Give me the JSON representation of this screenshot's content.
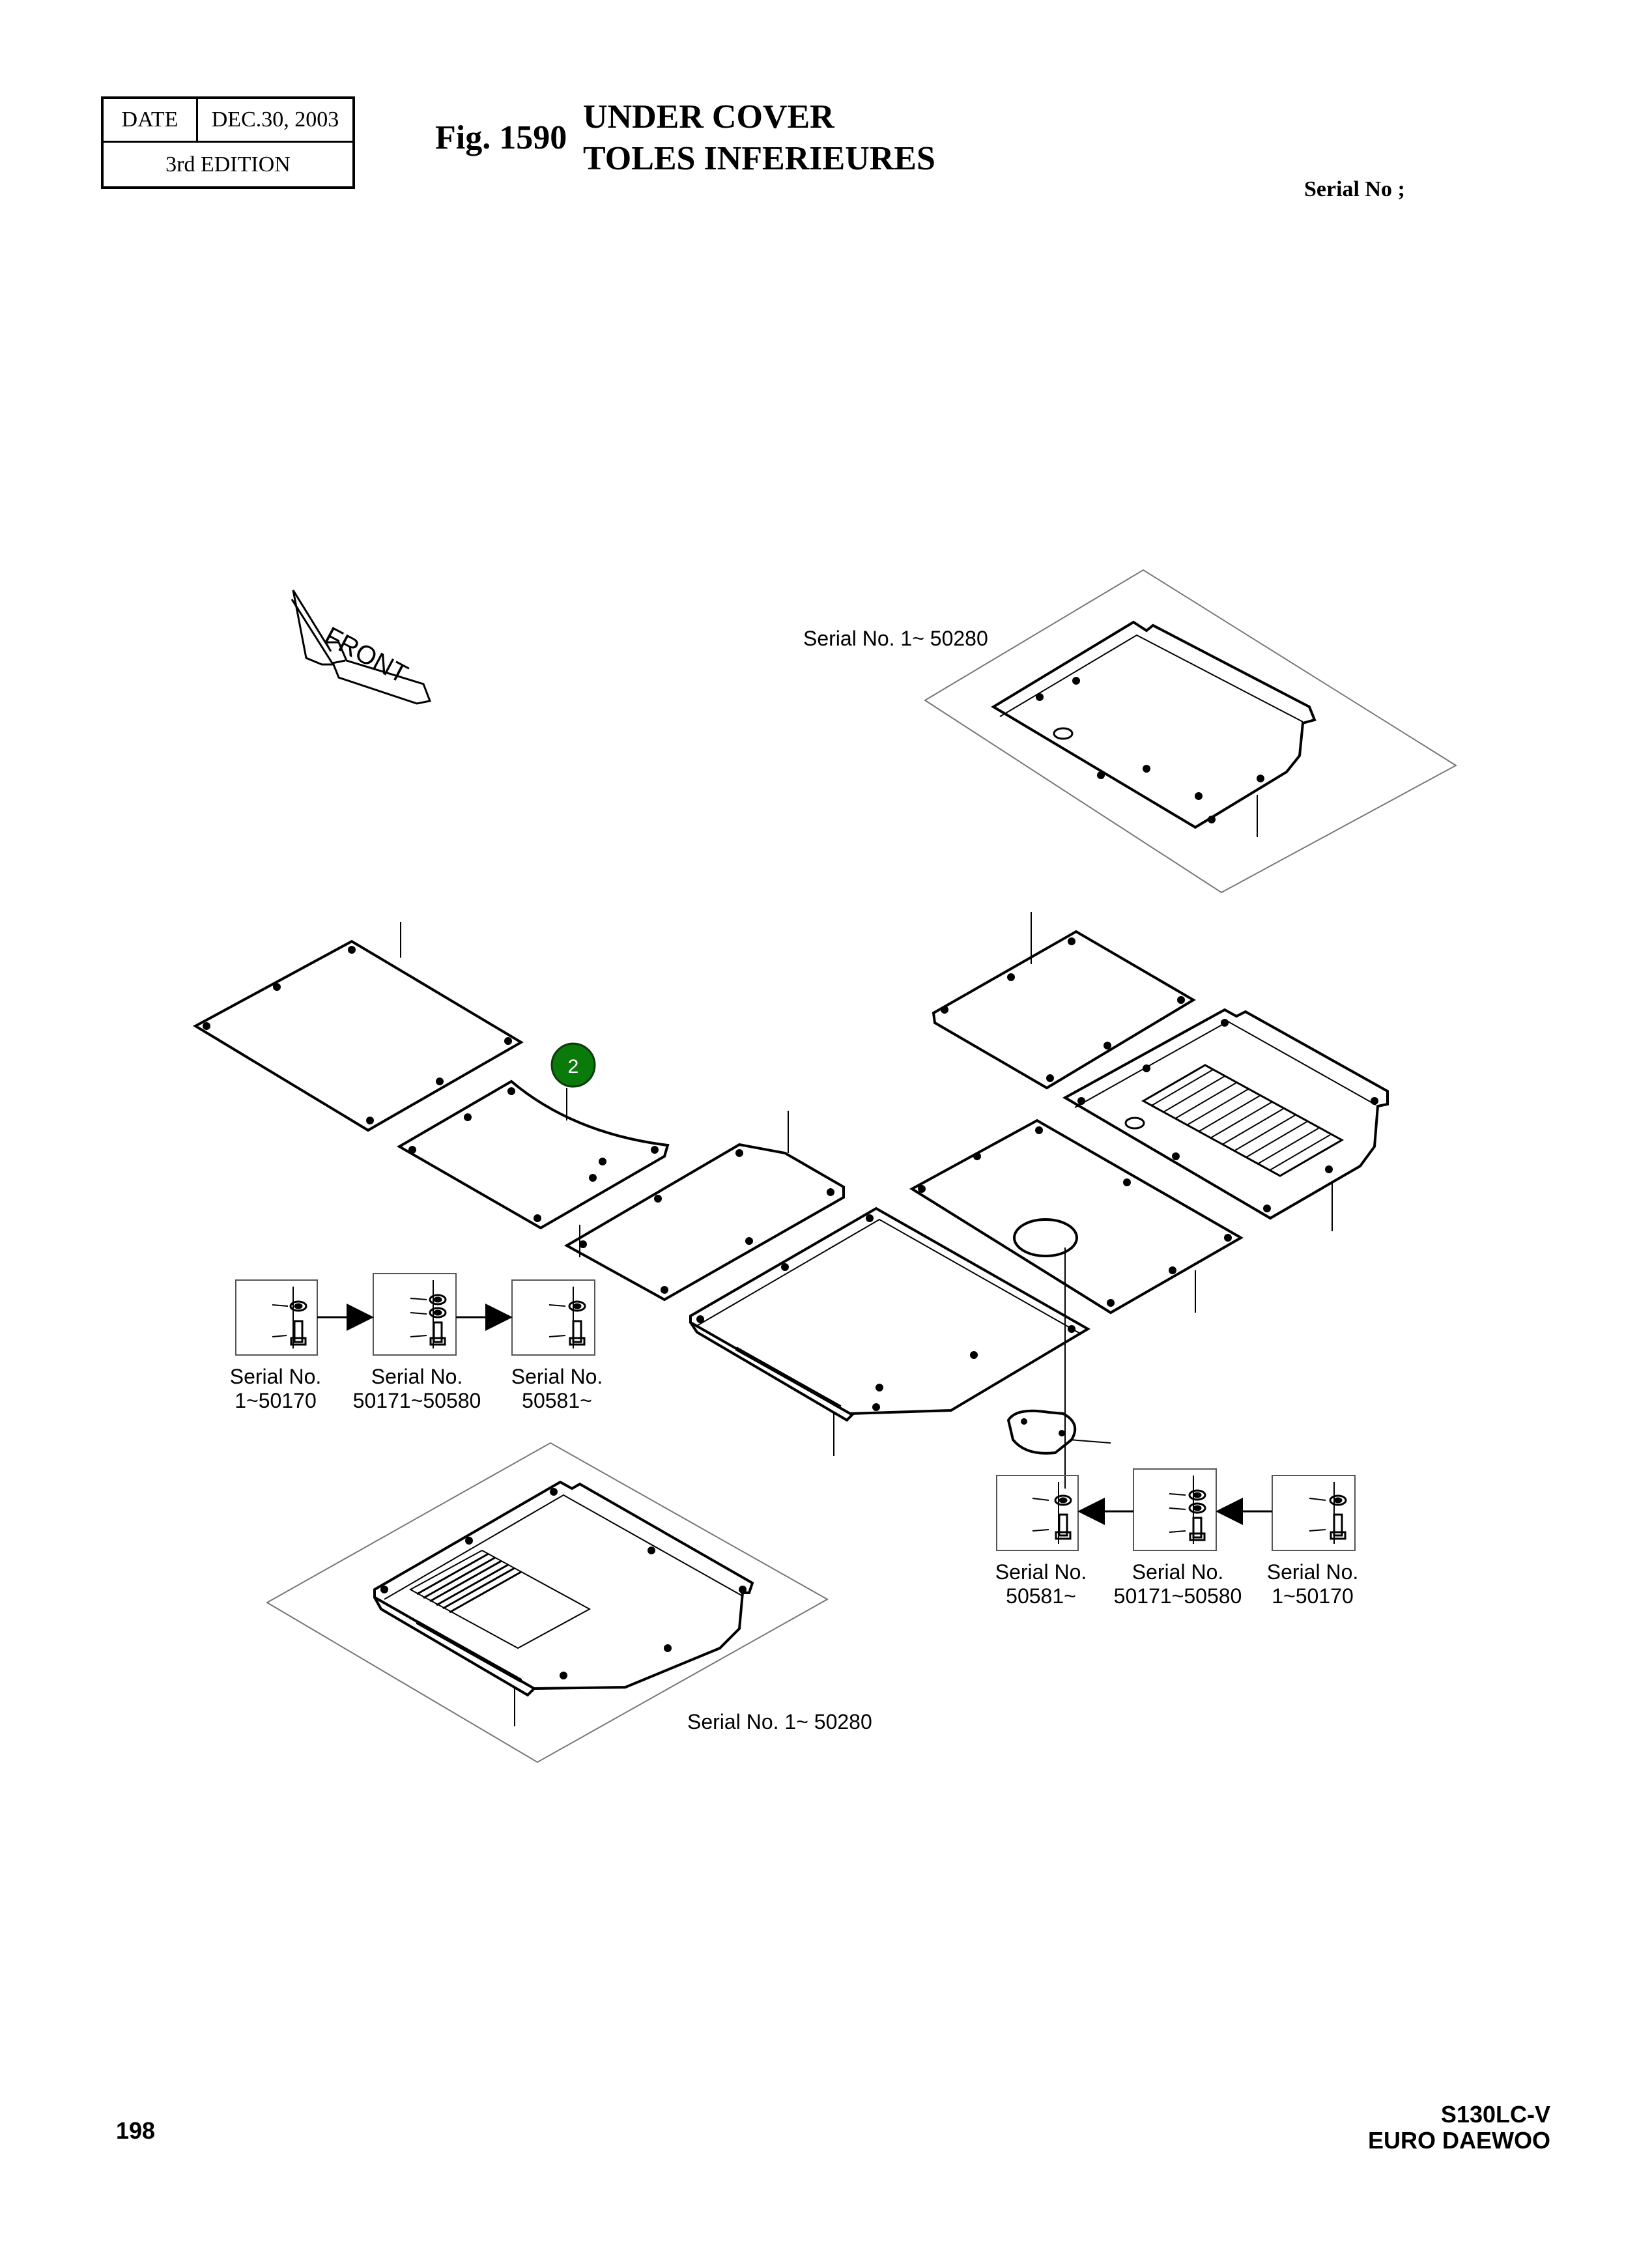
{
  "header": {
    "date_label": "DATE",
    "date_value": "DEC.30, 2003",
    "edition": "3rd EDITION",
    "fig_number": "Fig. 1590",
    "title_en": "UNDER COVER",
    "title_fr": "TOLES INFERIEURES",
    "serial_label": "Serial No ;"
  },
  "diagram": {
    "front_arrow_label": "FRONT",
    "callout_number": "2",
    "callout_color": "#0a7a0a",
    "serial_top": "Serial No. 1~ 50280",
    "serial_bottom": "Serial No. 1~ 50280",
    "left_sequence": [
      {
        "line1": "Serial No.",
        "line2": "1~50170"
      },
      {
        "line1": "Serial No.",
        "line2": "50171~50580"
      },
      {
        "line1": "Serial No.",
        "line2": "50581~"
      }
    ],
    "right_sequence": [
      {
        "line1": "Serial No.",
        "line2": "50581~"
      },
      {
        "line1": "Serial No.",
        "line2": "50171~50580"
      },
      {
        "line1": "Serial No.",
        "line2": "1~50170"
      }
    ]
  },
  "footer": {
    "page_number": "198",
    "model_line1": "S130LC-V",
    "model_line2": "EURO DAEWOO"
  }
}
